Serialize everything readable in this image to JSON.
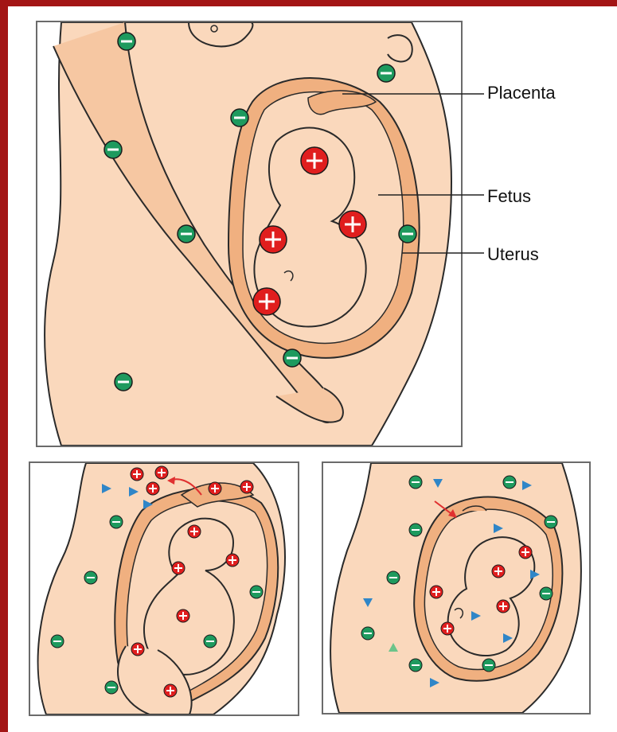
{
  "labels": {
    "placenta": "Placenta",
    "fetus": "Fetus",
    "uterus": "Uterus"
  },
  "symbols": {
    "positive": "+",
    "negative": "−"
  },
  "colors": {
    "frame": "#a31515",
    "skin": "#fad8bc",
    "skin_dark": "#f3b98f",
    "uterus": "#f0b080",
    "outline": "#2a2a2a",
    "positive_fill": "#e01e1e",
    "negative_fill": "#1e9a5e",
    "blue_marker": "#2f86c8",
    "green_marker": "#6cc48a",
    "arrow": "#e03030"
  },
  "icons": {
    "positive_charge": "plus-in-red-circle",
    "negative_charge": "minus-in-green-circle",
    "blue_marker": "blue-triangle",
    "green_marker": "green-triangle",
    "arrow": "red-arrow"
  }
}
